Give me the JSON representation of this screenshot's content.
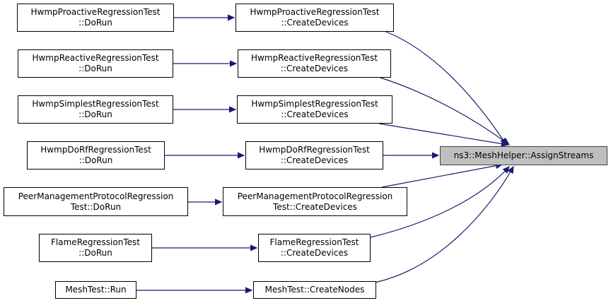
{
  "graph": {
    "edge_color": "#191970",
    "target_fill": "#bfbfbf",
    "target": {
      "line1": "ns3::MeshHelper::AssignStreams"
    },
    "callers": [
      {
        "id": "hp_create",
        "line1": "HwmpProactiveRegressionTest",
        "line2": "::CreateDevices"
      },
      {
        "id": "hr_create",
        "line1": "HwmpReactiveRegressionTest",
        "line2": "::CreateDevices"
      },
      {
        "id": "hs_create",
        "line1": "HwmpSimplestRegressionTest",
        "line2": "::CreateDevices"
      },
      {
        "id": "hd_create",
        "line1": "HwmpDoRfRegressionTest",
        "line2": "::CreateDevices"
      },
      {
        "id": "pm_create",
        "line1": "PeerManagementProtocolRegression",
        "line2": "Test::CreateDevices"
      },
      {
        "id": "fl_create",
        "line1": "FlameRegressionTest",
        "line2": "::CreateDevices"
      },
      {
        "id": "mt_create",
        "line1": "MeshTest::CreateNodes",
        "line2": ""
      }
    ],
    "entry_points": [
      {
        "id": "hp_run",
        "line1": "HwmpProactiveRegressionTest",
        "line2": "::DoRun"
      },
      {
        "id": "hr_run",
        "line1": "HwmpReactiveRegressionTest",
        "line2": "::DoRun"
      },
      {
        "id": "hs_run",
        "line1": "HwmpSimplestRegressionTest",
        "line2": "::DoRun"
      },
      {
        "id": "hd_run",
        "line1": "HwmpDoRfRegressionTest",
        "line2": "::DoRun"
      },
      {
        "id": "pm_run",
        "line1": "PeerManagementProtocolRegression",
        "line2": "Test::DoRun"
      },
      {
        "id": "fl_run",
        "line1": "FlameRegressionTest",
        "line2": "::DoRun"
      },
      {
        "id": "mt_run",
        "line1": "MeshTest::Run",
        "line2": ""
      }
    ]
  }
}
